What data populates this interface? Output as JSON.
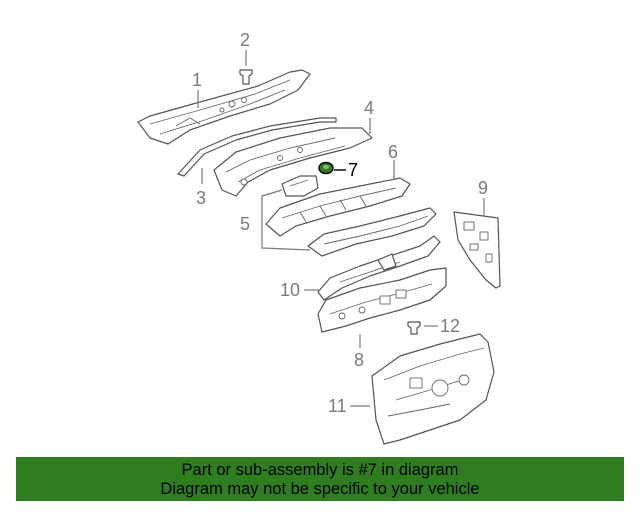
{
  "diagram": {
    "callouts": [
      {
        "id": "1",
        "label": "1"
      },
      {
        "id": "2",
        "label": "2"
      },
      {
        "id": "3",
        "label": "3"
      },
      {
        "id": "4",
        "label": "4"
      },
      {
        "id": "5",
        "label": "5"
      },
      {
        "id": "6",
        "label": "6"
      },
      {
        "id": "7",
        "label": "7",
        "highlighted": true
      },
      {
        "id": "8",
        "label": "8"
      },
      {
        "id": "9",
        "label": "9"
      },
      {
        "id": "10",
        "label": "10"
      },
      {
        "id": "11",
        "label": "11"
      },
      {
        "id": "12",
        "label": "12"
      }
    ],
    "highlight_color": "#2e7d1e"
  },
  "banner": {
    "line1": "Part or sub-assembly is #7 in diagram",
    "line2": "Diagram may not be specific to your vehicle",
    "background": "#2e7d1e"
  }
}
